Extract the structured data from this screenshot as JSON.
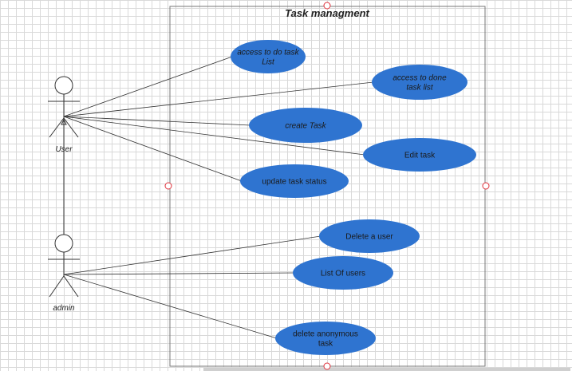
{
  "diagram": {
    "system_title": "Task managment",
    "actors": [
      {
        "id": "user",
        "label": "User"
      },
      {
        "id": "admin",
        "label": "admin"
      }
    ],
    "use_cases": [
      {
        "id": "uc1",
        "lines": [
          "access  to do task",
          "List"
        ],
        "italic": true,
        "actor": "user"
      },
      {
        "id": "uc2",
        "lines": [
          "access to done",
          "task list"
        ],
        "italic": true,
        "actor": "user"
      },
      {
        "id": "uc3",
        "lines": [
          "create Task"
        ],
        "italic": true,
        "actor": "user"
      },
      {
        "id": "uc4",
        "lines": [
          "Edit task"
        ],
        "italic": false,
        "actor": "user"
      },
      {
        "id": "uc5",
        "lines": [
          "update task status"
        ],
        "italic": false,
        "actor": "user"
      },
      {
        "id": "uc6",
        "lines": [
          "Delete a user"
        ],
        "italic": false,
        "actor": "admin"
      },
      {
        "id": "uc7",
        "lines": [
          "List Of users"
        ],
        "italic": false,
        "actor": "admin"
      },
      {
        "id": "uc8",
        "lines": [
          "delete anonymous",
          "task"
        ],
        "italic": false,
        "actor": "admin"
      }
    ],
    "colors": {
      "use_case_fill": "#2f74d0",
      "handle": "#e0303a",
      "grid": "#d9d9d9"
    }
  }
}
